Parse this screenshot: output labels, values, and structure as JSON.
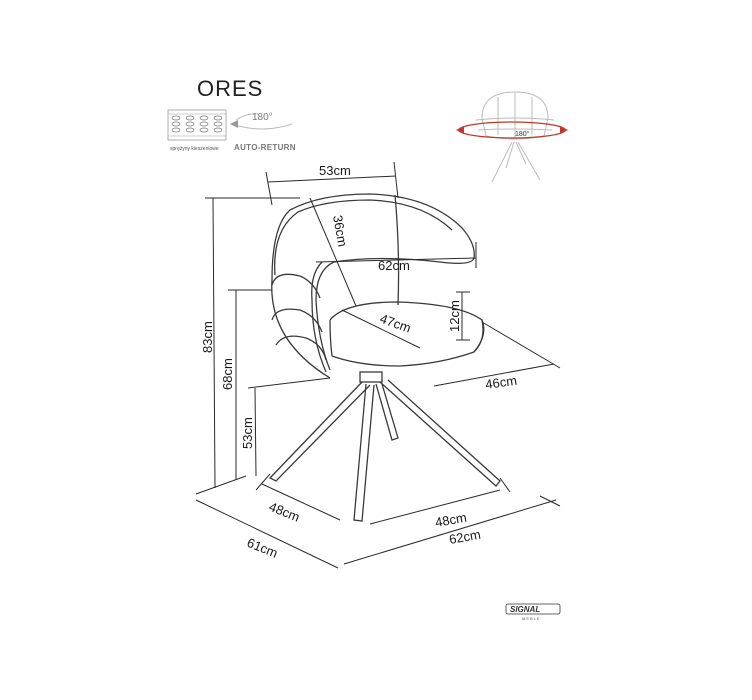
{
  "product": {
    "name": "ORES",
    "brand": "SIGNAL",
    "brand_sub": "MEBLE"
  },
  "badges": {
    "springs_caption": "sprężyny kieszeniowe",
    "auto_return_label": "AUTO-RETURN",
    "rotation_label": "180°",
    "rotation_label_thumb": "180°"
  },
  "dimensions": {
    "back_width": "53cm",
    "back_depth": "36cm",
    "arm_width": "62cm",
    "seat_depth": "47cm",
    "seat_thickness": "12cm",
    "depth_46": "46cm",
    "total_height": "83cm",
    "arm_height": "68cm",
    "seat_height": "53cm",
    "base_left": "48cm",
    "base_right": "48cm",
    "overall_depth": "61cm",
    "overall_width": "62cm"
  },
  "colors": {
    "line": "#2a2a2a",
    "rotation_accent": "#c0392b"
  }
}
